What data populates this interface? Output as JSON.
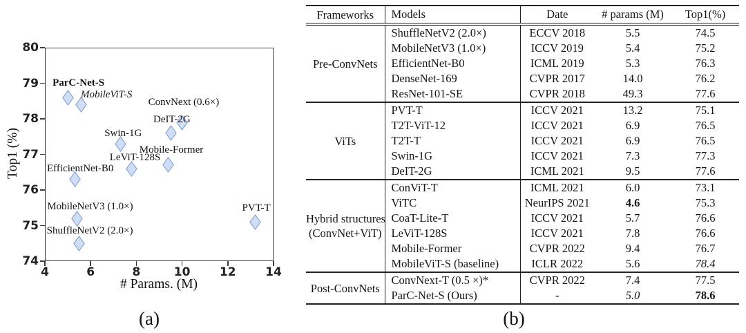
{
  "figure": {
    "panel_a_caption": "(a)",
    "panel_b_caption": "(b)"
  },
  "chart_data": [
    {
      "type": "scatter",
      "xlabel": "# Params. (M)",
      "ylabel": "Top1 (%)",
      "xlim": [
        4,
        14
      ],
      "ylim": [
        74,
        80
      ],
      "x_ticks": [
        "4",
        "6",
        "8",
        "10",
        "12",
        "14"
      ],
      "y_ticks": [
        "74",
        "75",
        "76",
        "77",
        "78",
        "79",
        "80"
      ],
      "grid": false,
      "marker": "diamond",
      "marker_fill": "#cfdef4",
      "marker_stroke": "#8ca6cf",
      "points": [
        {
          "label": "ParC-Net-S",
          "x": 5.0,
          "y": 78.6,
          "style": "bold",
          "label_dx": -22,
          "label_dy": -29
        },
        {
          "label": "MobileViT-S",
          "x": 5.6,
          "y": 78.4,
          "style": "italic",
          "label_dx": -1,
          "label_dy": -22
        },
        {
          "label": "ConvNext (0.6×)",
          "x": 10.0,
          "y": 77.9,
          "style": "normal",
          "label_dx": -49,
          "label_dy": -37
        },
        {
          "label": "DeIT-2G",
          "x": 9.5,
          "y": 77.6,
          "style": "normal",
          "label_dx": -25,
          "label_dy": -28
        },
        {
          "label": "Swin-1G",
          "x": 7.3,
          "y": 77.3,
          "style": "normal",
          "label_dx": -23,
          "label_dy": -23
        },
        {
          "label": "Mobile-Former",
          "x": 9.4,
          "y": 76.7,
          "style": "normal",
          "label_dx": -42,
          "label_dy": -30
        },
        {
          "label": "LeViT-128S",
          "x": 7.8,
          "y": 76.6,
          "style": "normal",
          "label_dx": -32,
          "label_dy": -24
        },
        {
          "label": "EfficientNet-B0",
          "x": 5.3,
          "y": 76.3,
          "style": "normal",
          "label_dx": -40,
          "label_dy": -24
        },
        {
          "label": "MobileNetV3 (1.0×)",
          "x": 5.4,
          "y": 75.2,
          "style": "normal",
          "label_dx": -43,
          "label_dy": -25
        },
        {
          "label": "ShuffleNetV2 (2.0×)",
          "x": 5.5,
          "y": 74.5,
          "style": "normal",
          "label_dx": -47,
          "label_dy": -26
        },
        {
          "label": "PVT-T",
          "x": 13.2,
          "y": 75.1,
          "style": "normal",
          "label_dx": -19,
          "label_dy": -28
        }
      ]
    },
    {
      "type": "table",
      "columns": [
        "Frameworks",
        "Models",
        "Date",
        "# params (M)",
        "Top1(%)"
      ],
      "groups": [
        {
          "framework": "Pre-ConvNets",
          "framework_lines": [
            "Pre-ConvNets"
          ],
          "rows": [
            {
              "model": "ShuffleNetV2 (2.0×)",
              "date": "ECCV 2018",
              "params": "5.5",
              "top1": "74.5"
            },
            {
              "model": "MobileNetV3 (1.0×)",
              "date": "ICCV 2019",
              "params": "5.4",
              "top1": "75.2"
            },
            {
              "model": "EfficientNet-B0",
              "date": "ICML 2019",
              "params": "5.3",
              "top1": "76.3"
            },
            {
              "model": "DenseNet-169",
              "date": "CVPR 2017",
              "params": "14.0",
              "top1": "76.2"
            },
            {
              "model": "ResNet-101-SE",
              "date": "CVPR 2018",
              "params": "49.3",
              "top1": "77.6"
            }
          ]
        },
        {
          "framework": "ViTs",
          "framework_lines": [
            "ViTs"
          ],
          "rows": [
            {
              "model": "PVT-T",
              "date": "ICCV 2021",
              "params": "13.2",
              "top1": "75.1"
            },
            {
              "model": "T2T-ViT-12",
              "date": "ICCV 2021",
              "params": "6.9",
              "top1": "76.5"
            },
            {
              "model": "T2T-T",
              "date": "ICCV 2021",
              "params": "6.9",
              "top1": "76.5"
            },
            {
              "model": "Swin-1G",
              "date": "ICCV 2021",
              "params": "7.3",
              "top1": "77.3"
            },
            {
              "model": "DeIT-2G",
              "date": "ICML 2021",
              "params": "9.5",
              "top1": "77.6"
            }
          ]
        },
        {
          "framework": "Hybrid structures (ConvNet+ViT)",
          "framework_lines": [
            "Hybrid structures",
            "(ConvNet+ViT)"
          ],
          "rows": [
            {
              "model": "ConViT-T",
              "date": "ICML 2021",
              "params": "6.0",
              "top1": "73.1"
            },
            {
              "model": "ViTC",
              "date": "NeurIPS 2021",
              "params": "4.6",
              "top1": "75.3",
              "params_style": "bold"
            },
            {
              "model": "CoaT-Lite-T",
              "date": "ICCV 2021",
              "params": "5.7",
              "top1": "76.6"
            },
            {
              "model": "LeViT-128S",
              "date": "ICCV 2021",
              "params": "7.8",
              "top1": "76.6"
            },
            {
              "model": "Mobile-Former",
              "date": "CVPR 2022",
              "params": "9.4",
              "top1": "76.7"
            },
            {
              "model": "MobileViT-S (baseline)",
              "date": "ICLR 2022",
              "params": "5.6",
              "top1": "78.4",
              "top1_style": "italic"
            }
          ]
        },
        {
          "framework": "Post-ConvNets",
          "framework_lines": [
            "Post-ConvNets"
          ],
          "rows": [
            {
              "model": "ConvNext-T (0.5 ×)*",
              "date": "CVPR 2022",
              "params": "7.4",
              "top1": "77.5"
            },
            {
              "model": "ParC-Net-S  (Ours)",
              "date": "-",
              "params": "5.0",
              "top1": "78.6",
              "params_style": "italic",
              "top1_style": "bold"
            }
          ]
        }
      ]
    }
  ]
}
